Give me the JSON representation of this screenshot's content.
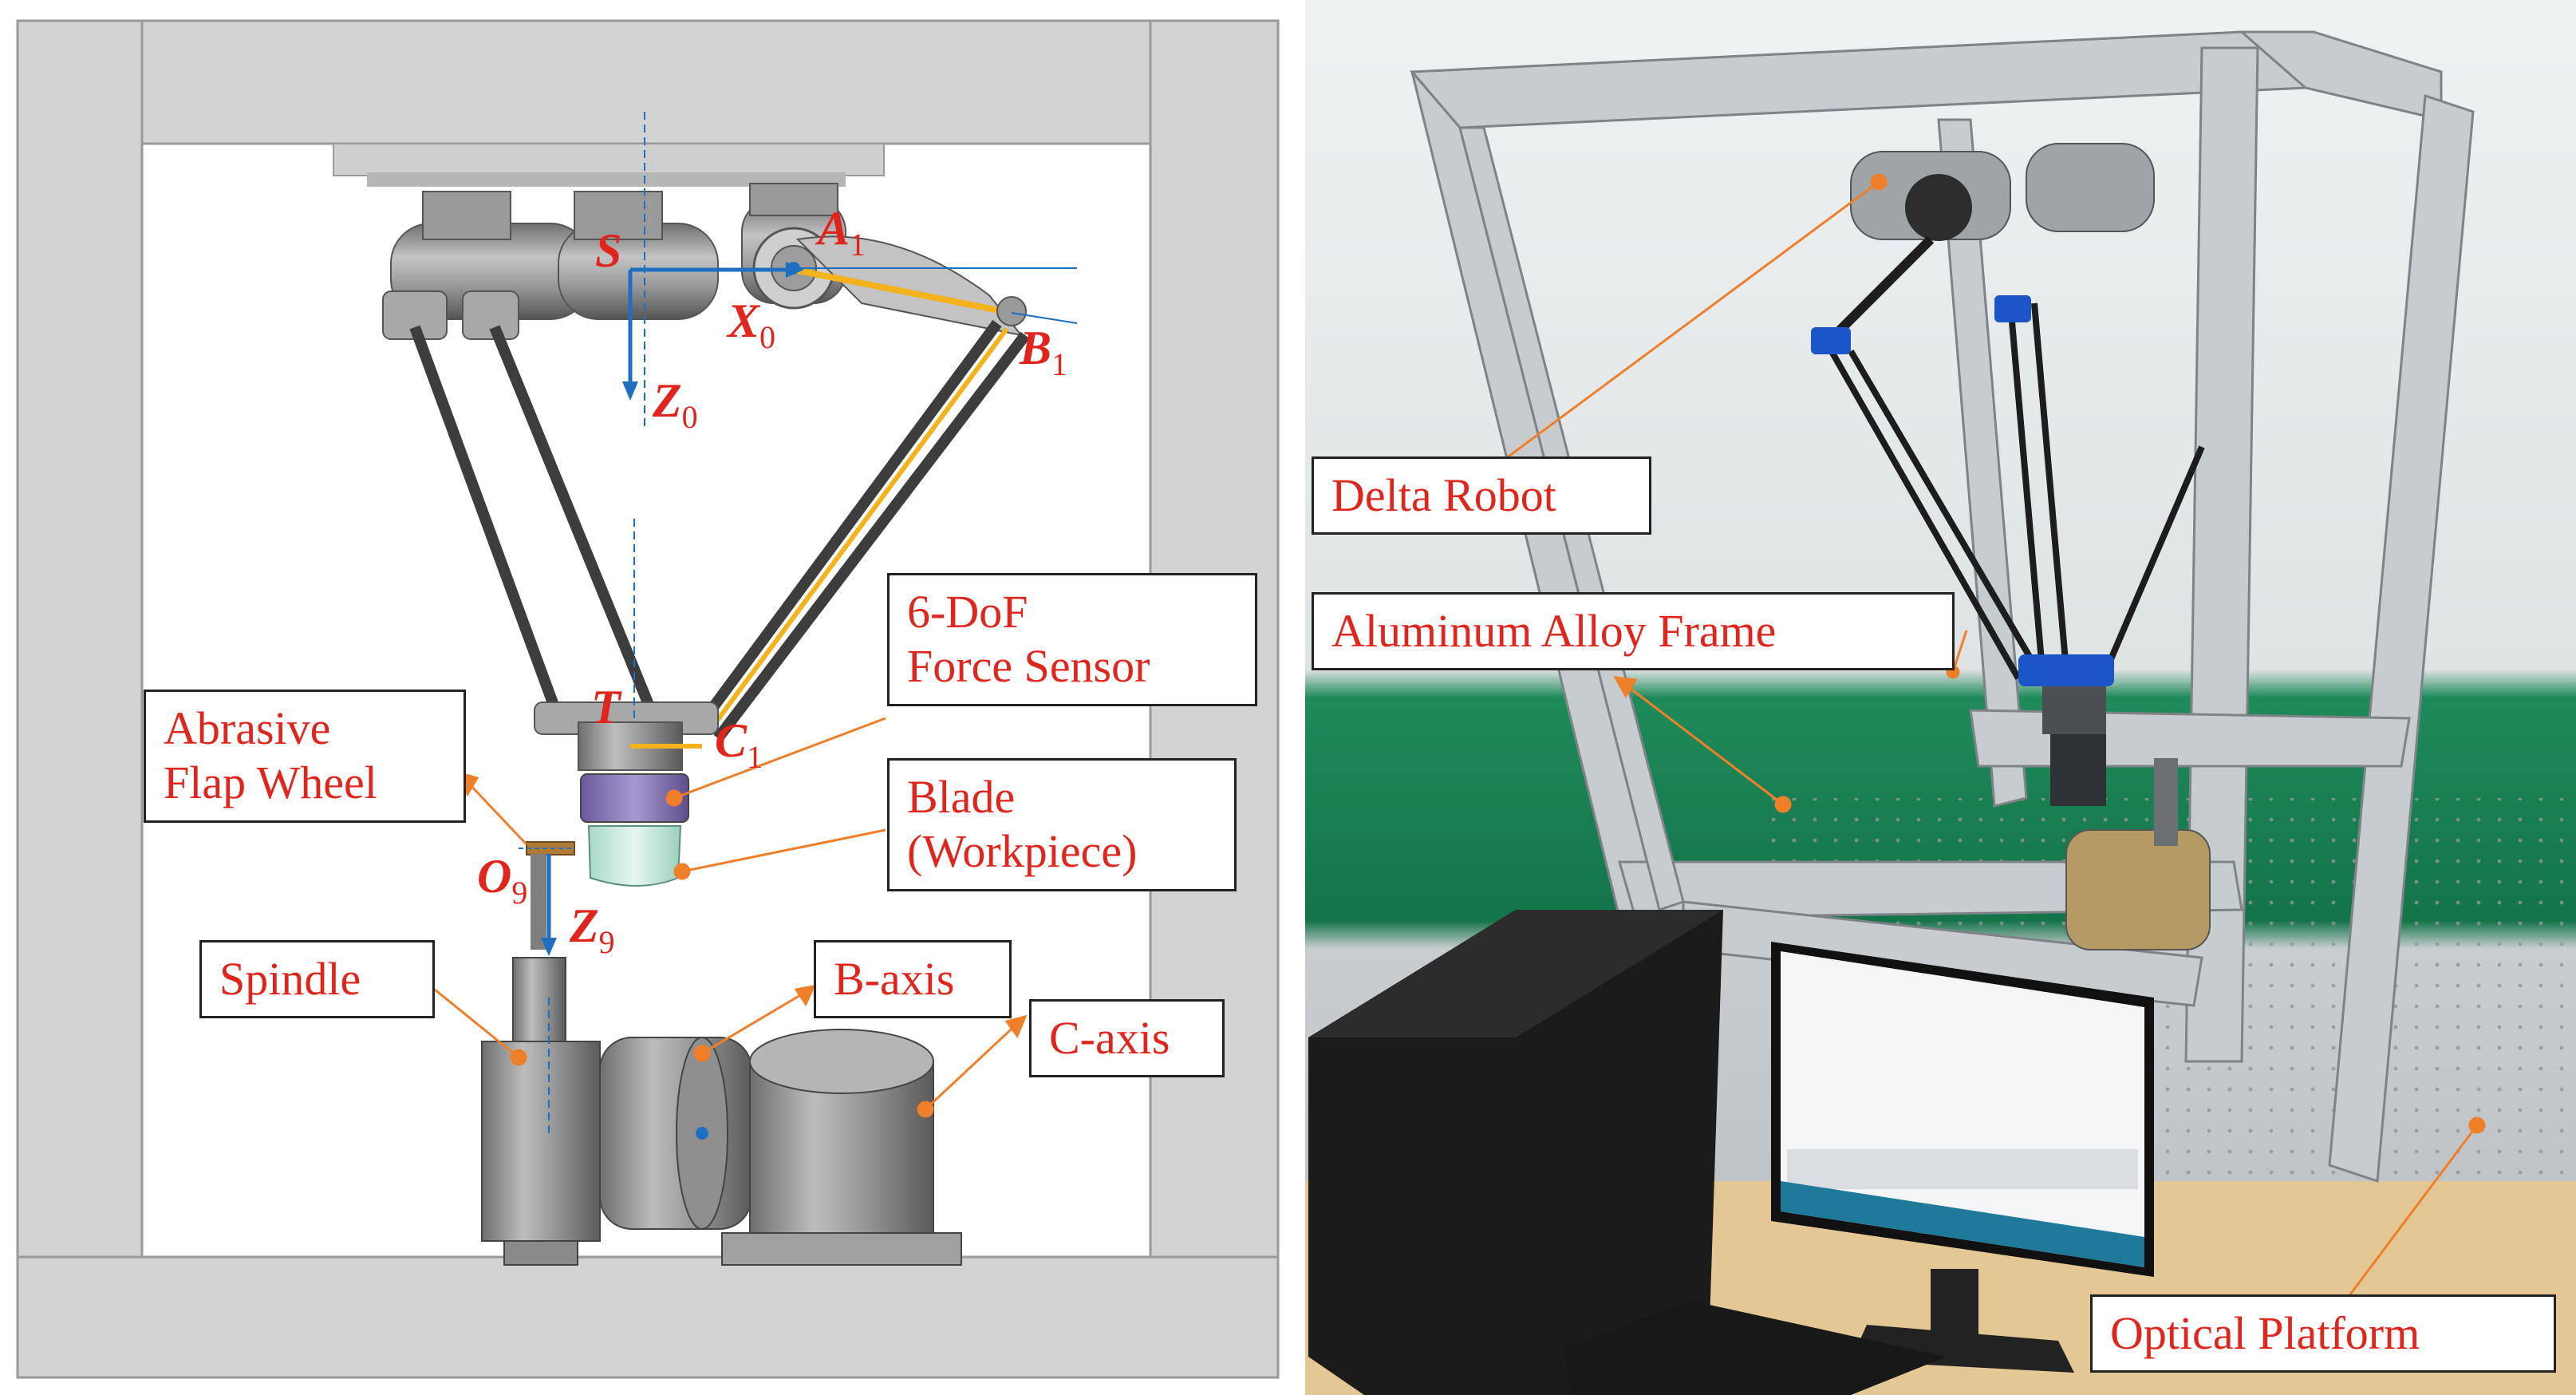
{
  "colors": {
    "label_text": "#e0251c",
    "leader_line": "#f07f2a",
    "axis_arrow": "#1f6fc0",
    "highlight_link": "#f4b21c",
    "frame_gray": "#d3d3d3"
  },
  "left_panel": {
    "symbols": {
      "S": "S",
      "A1": "A",
      "A1_sub": "1",
      "X0": "X",
      "X0_sub": "0",
      "B1": "B",
      "B1_sub": "1",
      "Z0": "Z",
      "Z0_sub": "0",
      "T": "T",
      "C1": "C",
      "C1_sub": "1",
      "O9": "O",
      "O9_sub": "9",
      "Z9": "Z",
      "Z9_sub": "9"
    },
    "labels": {
      "force_sensor_line1": "6-DoF",
      "force_sensor_line2": "Force Sensor",
      "flap_wheel_line1": "Abrasive",
      "flap_wheel_line2": "Flap Wheel",
      "blade_line1": "Blade",
      "blade_line2": "(Workpiece)",
      "spindle": "Spindle",
      "b_axis": "B-axis",
      "c_axis": "C-axis"
    }
  },
  "right_panel": {
    "labels": {
      "delta_robot": "Delta Robot",
      "frame": "Aluminum Alloy Frame",
      "optical_platform": "Optical Platform"
    }
  }
}
